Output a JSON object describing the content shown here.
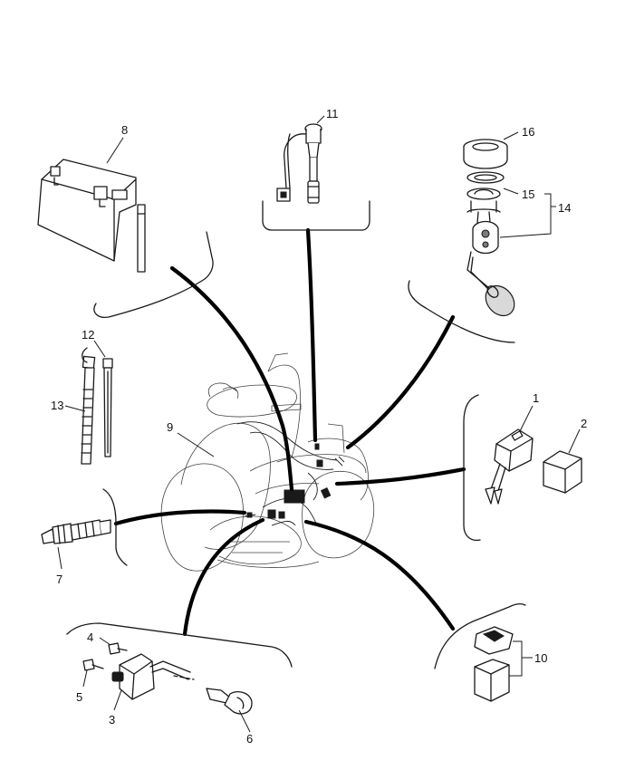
{
  "callouts": [
    {
      "id": "1",
      "label": "1"
    },
    {
      "id": "2",
      "label": "2"
    },
    {
      "id": "3",
      "label": "3"
    },
    {
      "id": "4",
      "label": "4"
    },
    {
      "id": "5",
      "label": "5"
    },
    {
      "id": "6",
      "label": "6"
    },
    {
      "id": "7",
      "label": "7"
    },
    {
      "id": "8",
      "label": "8"
    },
    {
      "id": "9",
      "label": "9"
    },
    {
      "id": "10",
      "label": "10"
    },
    {
      "id": "11",
      "label": "11"
    },
    {
      "id": "12",
      "label": "12"
    },
    {
      "id": "13",
      "label": "13"
    },
    {
      "id": "14",
      "label": "14"
    },
    {
      "id": "15",
      "label": "15"
    },
    {
      "id": "16",
      "label": "16"
    }
  ],
  "colors": {
    "line": "#1a1a1a",
    "cable": "#000000",
    "background": "#ffffff"
  }
}
